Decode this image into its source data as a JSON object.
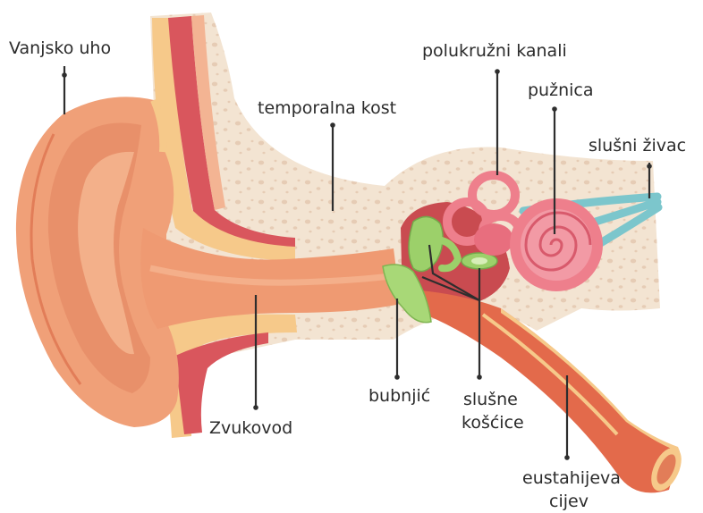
{
  "labels": {
    "outer_ear": "Vanjsko uho",
    "temporal_bone": "temporalna kost",
    "semicircular_canals": "polukružni kanali",
    "cochlea": "pužnica",
    "auditory_nerve": "slušni živac",
    "ear_canal": "Zvukovod",
    "eardrum": "bubnjić",
    "ossicles_line1": "slušne",
    "ossicles_line2": "košćice",
    "eustachian_line1": "eustahijeva",
    "eustachian_line2": "cijev"
  },
  "colors": {
    "bone": "#f3e4d2",
    "bone_pores": "#e6cdb6",
    "skin": "#f0a078",
    "skin_dark": "#e27d58",
    "canal": "#ef9a72",
    "cartilage": "#f6c98a",
    "muscle": "#d9565d",
    "cochlea": "#ee7f8c",
    "nerve": "#7cc6cc",
    "ossicle": "#9cd06a",
    "tube": "#e36a4b"
  }
}
